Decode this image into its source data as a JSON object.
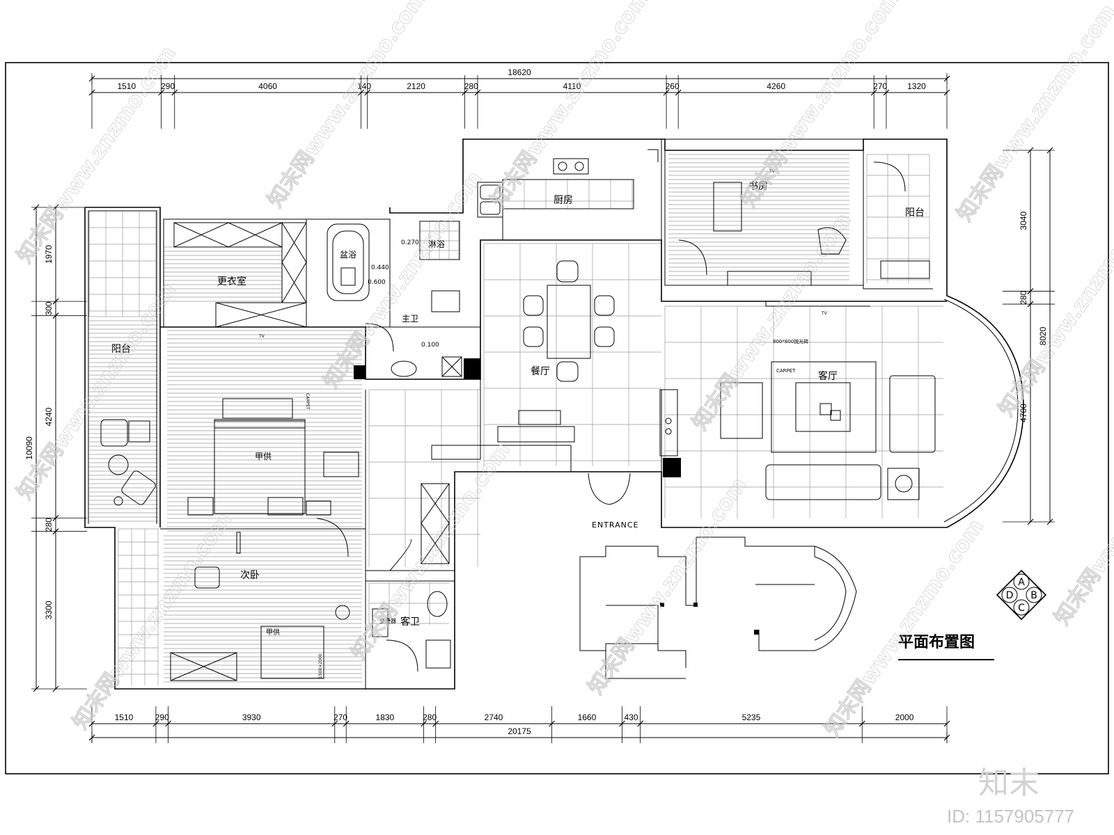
{
  "title": "平面布置图",
  "dimensions": {
    "top_total": "18620",
    "top_segments": [
      "1510",
      "290",
      "4060",
      "140",
      "2120",
      "280",
      "4110",
      "260",
      "4260",
      "270",
      "1320"
    ],
    "bottom_total": "20175",
    "bottom_segments": [
      "1510",
      "290",
      "3930",
      "270",
      "1830",
      "280",
      "2740",
      "1660",
      "430",
      "5235",
      "2000"
    ],
    "left_total": "10090",
    "left_segments": [
      "1970",
      "300",
      "4240",
      "280",
      "3300"
    ],
    "right_total": "8020",
    "right_segments": [
      "3040",
      "280",
      "4700"
    ]
  },
  "rooms": {
    "kitchen": "厨房",
    "study": "书房",
    "balcony_right": "阳台",
    "closet": "更衣室",
    "bathtub": "盆浴",
    "shower": "淋浴",
    "master_bath": "主卫",
    "balcony_left": "阳台",
    "dining": "餐厅",
    "living": "客厅",
    "bed_master": "甲供",
    "second_bedroom": "次卧",
    "bed_second": "甲供",
    "guest_bath": "客卫",
    "toilet": "坐便器"
  },
  "annotations": {
    "entrance": "ENTRANCE",
    "carpet_living": "CARPET",
    "carpet_bed": "CARPET",
    "tv": "TV",
    "tile_note": "800*800抛光砖",
    "level_1": "0.270",
    "level_2": "0.440",
    "level_3": "0.600",
    "level_4": "0.100",
    "bed_size": "1500×2000"
  },
  "compass": {
    "a": "A",
    "b": "B",
    "c": "C",
    "d": "D"
  },
  "watermark": {
    "site": "知末网www.znzmo.com",
    "brand": "知末",
    "id": "ID: 1157905777"
  }
}
